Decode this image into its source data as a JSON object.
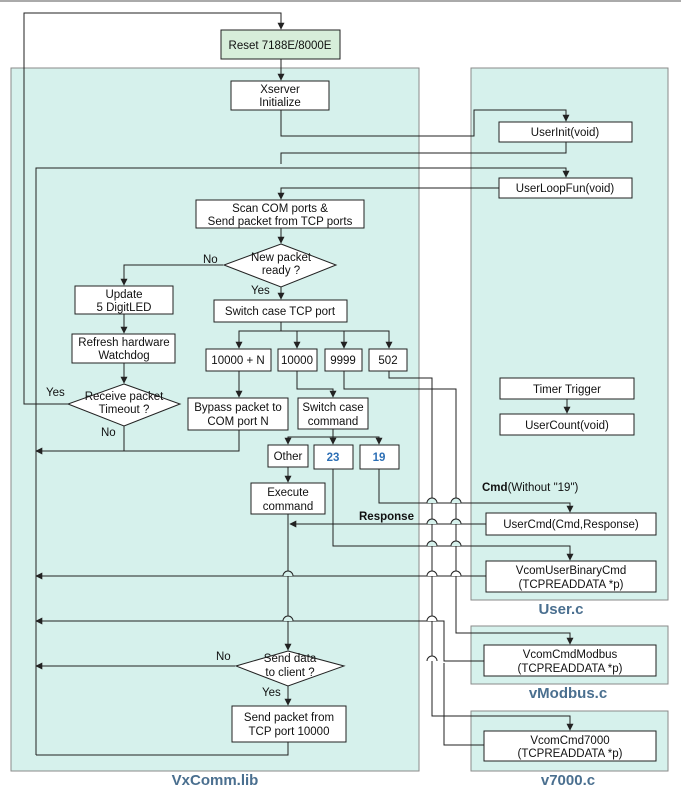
{
  "regions": {
    "vxcomm": "VxComm.lib",
    "user": "User.c",
    "vmodbus": "vModbus.c",
    "v7000": "v7000.c"
  },
  "nodes": {
    "reset": "Reset 7188E/8000E",
    "xserver_1": "Xserver",
    "xserver_2": "Initialize",
    "scan_1": "Scan COM ports &",
    "scan_2": "Send packet from TCP ports",
    "newpkt_1": "New packet",
    "newpkt_2": "ready ?",
    "update_1": "Update",
    "update_2": "5 DigitLED",
    "refresh_1": "Refresh hardware",
    "refresh_2": "Watchdog",
    "timeout_1": "Receive packet",
    "timeout_2": "Timeout ?",
    "switch_tcp": "Switch case TCP port",
    "port_n": "10000 + N",
    "port_10000": "10000",
    "port_9999": "9999",
    "port_502": "502",
    "bypass_1": "Bypass packet to",
    "bypass_2": "COM port N",
    "switch_cmd_1": "Switch case",
    "switch_cmd_2": "command",
    "case_other": "Other",
    "case_23": "23",
    "case_19": "19",
    "execute_1": "Execute",
    "execute_2": "command",
    "senddata_1": "Send data",
    "senddata_2": "to client ?",
    "sendpkt_1": "Send packet from",
    "sendpkt_2": "TCP port 10000",
    "userinit": "UserInit(void)",
    "userloop": "UserLoopFun(void)",
    "timer": "Timer Trigger",
    "usercount": "UserCount(void)",
    "usercmd": "UserCmd(Cmd,Response)",
    "vbin_1": "VcomUserBinaryCmd",
    "vbin_2": "(TCPREADDATA *p)",
    "vmod_1": "VcomCmdModbus",
    "vmod_2": "(TCPREADDATA *p)",
    "v7k_1": "VcomCmd7000",
    "v7k_2": "(TCPREADDATA *p)"
  },
  "labels": {
    "no": "No",
    "yes": "Yes",
    "cmd_bold": "Cmd",
    "cmd_rest": "(Without \"19\")",
    "response": "Response"
  }
}
